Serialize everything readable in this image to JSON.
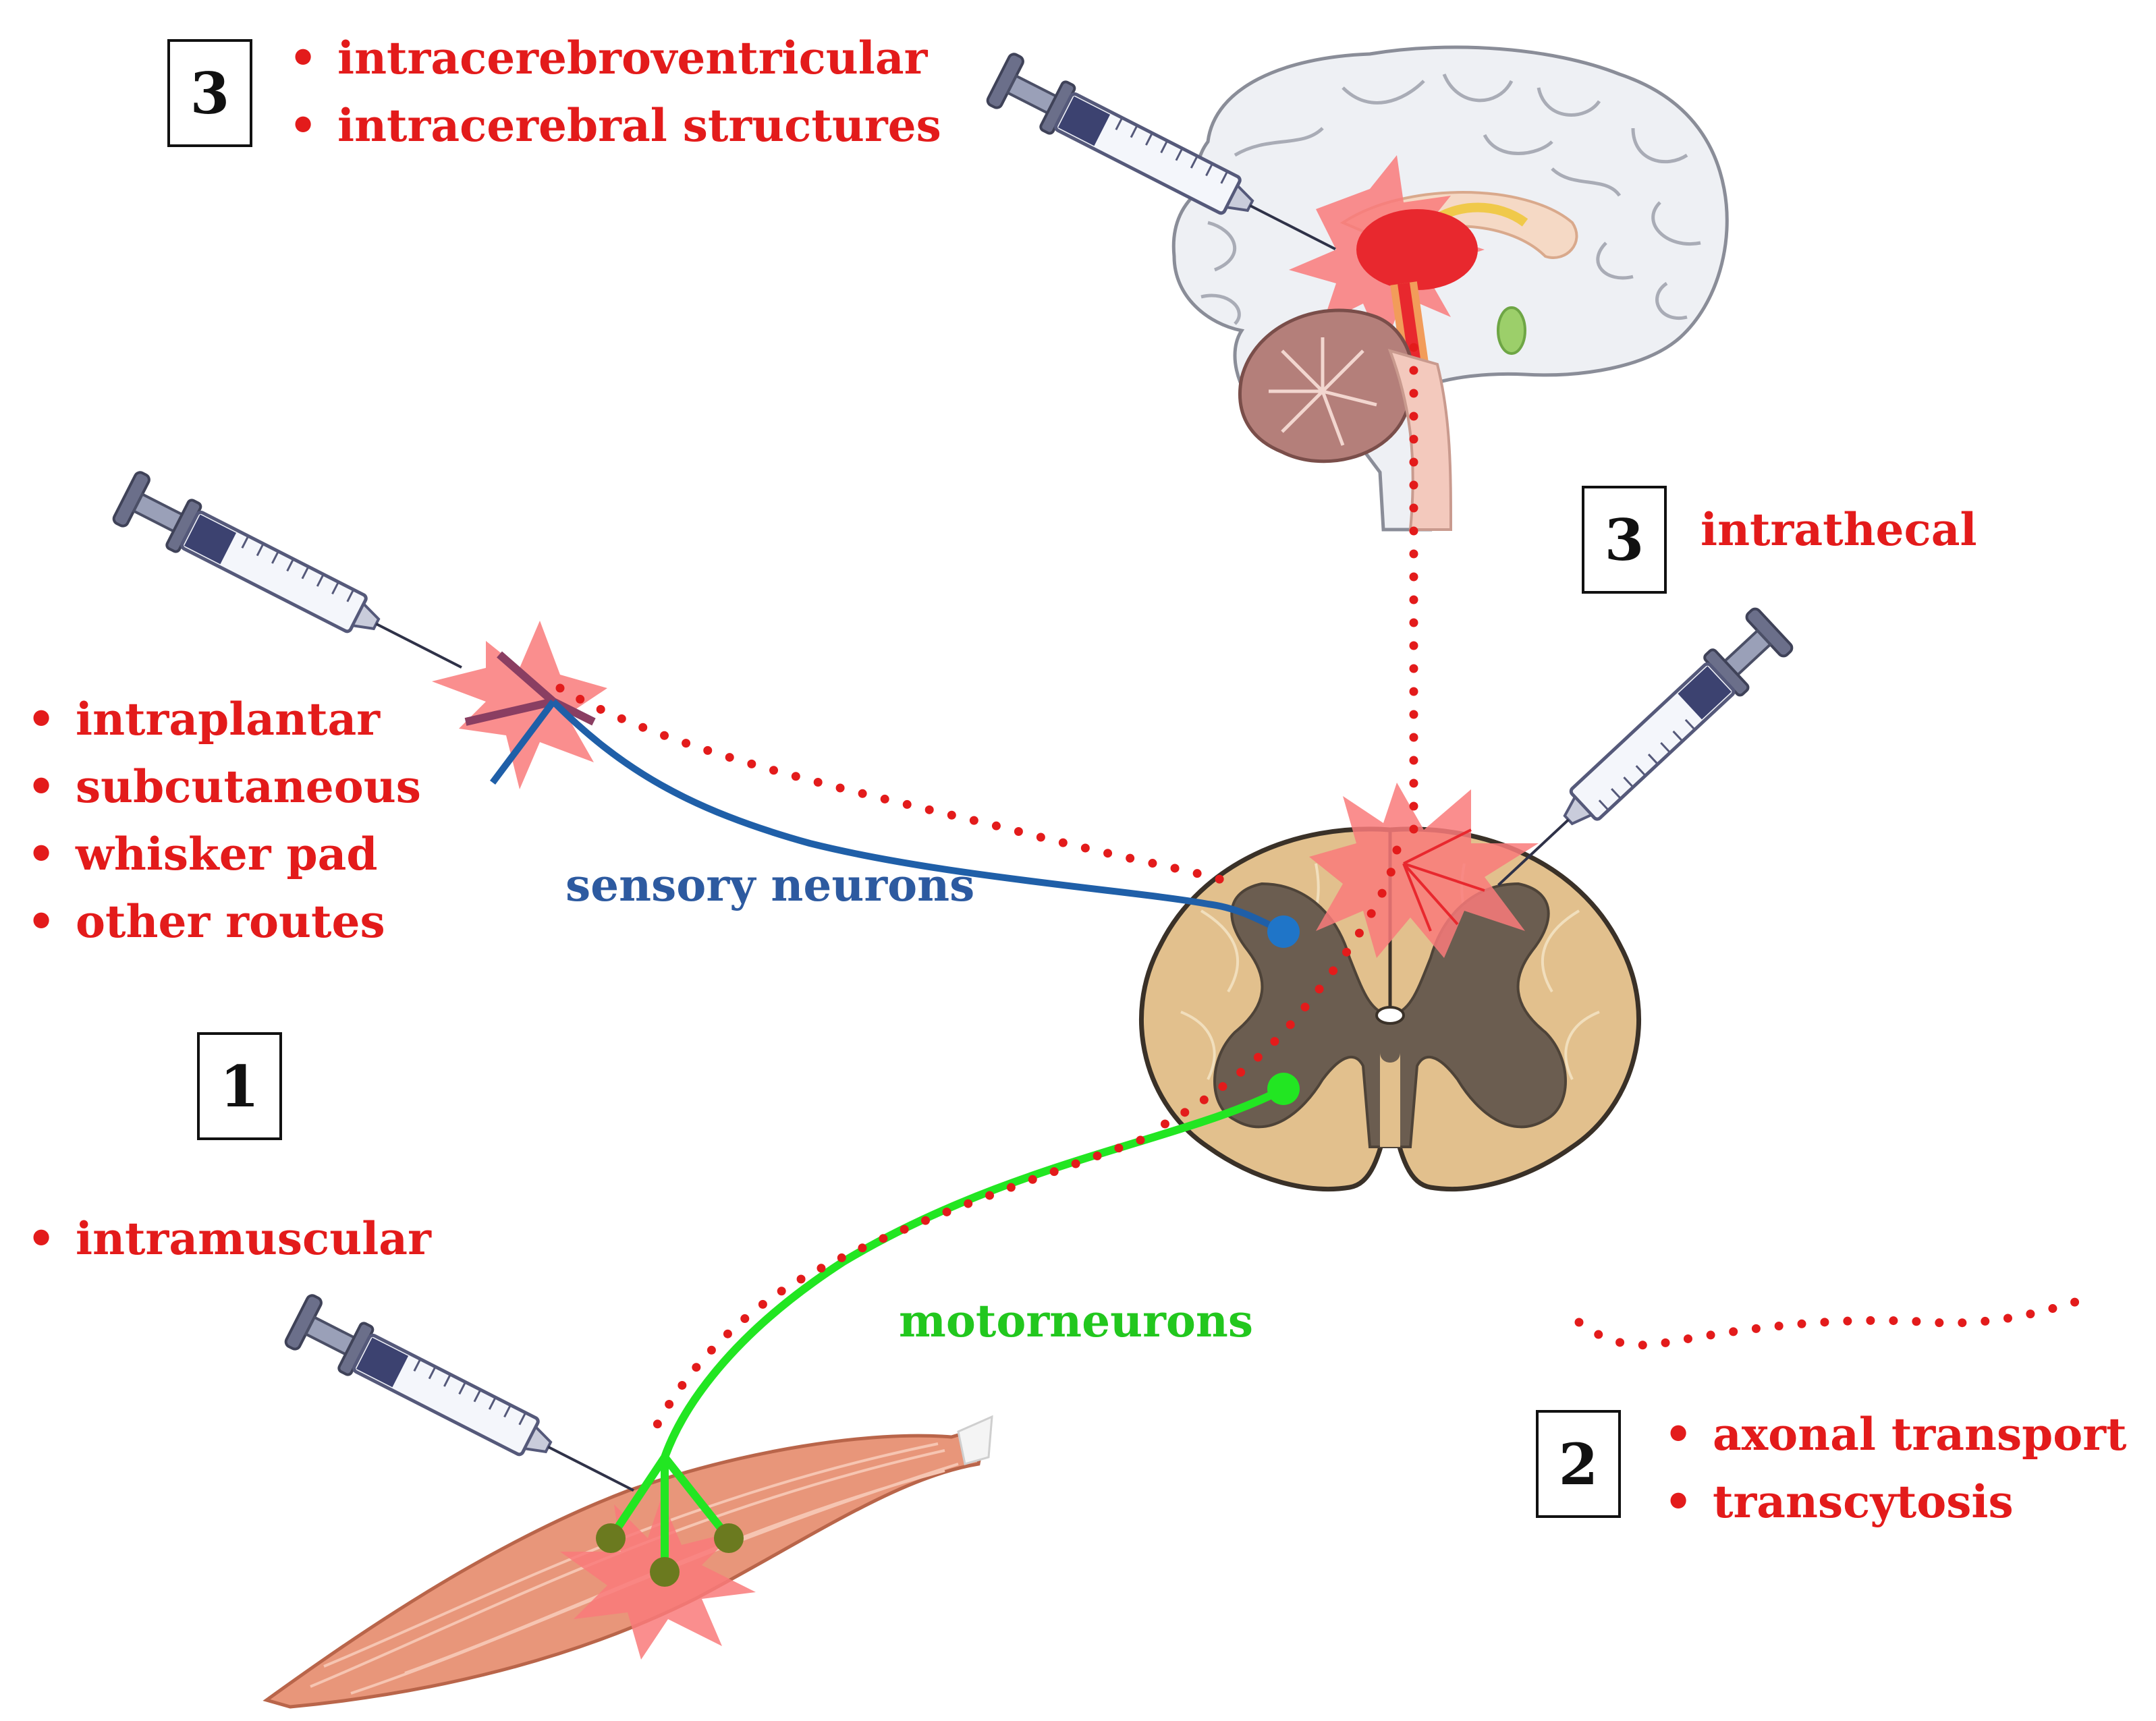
{
  "colors": {
    "label_red": "#e31b1b",
    "sensory_blue": "#1f5fa8",
    "motor_green": "#22e622",
    "transport_dots": "#e31b1b"
  },
  "routes": {
    "brain": {
      "number": "3",
      "items": [
        "intracerebroventricular",
        "intracerebral structures"
      ]
    },
    "intrathecal": {
      "number": "3",
      "label": "intrathecal"
    },
    "peripheral": {
      "items": [
        "intraplantar",
        "subcutaneous",
        "whisker pad",
        "other routes"
      ]
    },
    "muscle": {
      "number": "1",
      "items": [
        "intramuscular"
      ]
    },
    "transport": {
      "number": "2",
      "items": [
        "axonal transport",
        "transcytosis"
      ]
    }
  },
  "neurons": {
    "sensory": "sensory neurons",
    "motor": "motorneurons"
  },
  "icons": [
    "syringe-icon",
    "brain-icon",
    "spinal-cord-icon",
    "muscle-icon",
    "injection-burst-icon"
  ]
}
